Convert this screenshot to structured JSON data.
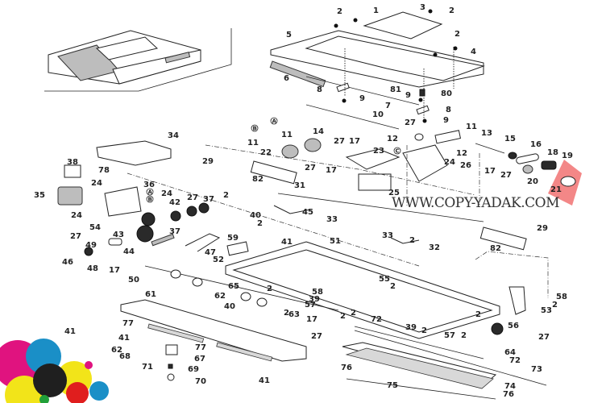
{
  "diagram": {
    "type": "exploded-parts-diagram",
    "subject": "Document feeder / scanner unit",
    "watermark": "WWW.COPY-YADAK.COM",
    "highlight_color": "#f27a7a",
    "logo_colors": [
      "#e0137f",
      "#1a8fc7",
      "#f2e419",
      "#111111",
      "#e01e1e",
      "#22a03a",
      "#1a2a8a"
    ],
    "highlighted_part": "21",
    "reference_markers": [
      "A",
      "B",
      "C"
    ],
    "callouts": {
      "c1": "1",
      "c2a": "2",
      "c2b": "2",
      "c3": "3",
      "c2c": "2",
      "c4": "4",
      "c5": "5",
      "c6": "6",
      "c7": "7",
      "c8a": "8",
      "c9a": "9",
      "c81": "81",
      "c9b": "9",
      "c80": "80",
      "c8b": "8",
      "c9c": "9",
      "c10": "10",
      "c27a": "27",
      "c12a": "12",
      "c11a": "11",
      "c13": "13",
      "c15": "15",
      "c14": "14",
      "c11b": "11",
      "c11c": "11",
      "c22": "22",
      "c27b": "27",
      "c17a": "17",
      "c27c": "27",
      "c17b": "17",
      "c23": "23",
      "c24a": "24",
      "c26": "26",
      "c12b": "12",
      "c16": "16",
      "c18": "18",
      "c19": "19",
      "c17c": "17",
      "c27d": "27",
      "c20": "20",
      "c21": "21",
      "c25": "25",
      "c34": "34",
      "c29a": "29",
      "c38": "38",
      "c78": "78",
      "c82a": "82",
      "c31": "31",
      "c36": "36",
      "c35": "35",
      "c24b": "24",
      "c24c": "24",
      "c42": "42",
      "c27e": "27",
      "c37a": "37",
      "c2d": "2",
      "c24d": "24",
      "c37b": "37",
      "c40a": "40",
      "c2e": "2",
      "c43": "43",
      "c54": "54",
      "c59": "59",
      "c27f": "27",
      "c49": "49",
      "c44": "44",
      "c47": "47",
      "c46": "46",
      "c48": "48",
      "c17d": "17",
      "c52": "52",
      "c50": "50",
      "c45": "45",
      "c33a": "33",
      "c41a": "41",
      "c51": "51",
      "c33b": "33",
      "c2f": "2",
      "c32": "32",
      "c29b": "29",
      "c82b": "82",
      "c65": "65",
      "c2g": "2",
      "c55": "55",
      "c2h": "2",
      "c58a": "58",
      "c39a": "39",
      "c57a": "57",
      "c2i": "2",
      "c2j": "2",
      "c2k": "2",
      "c63": "63",
      "c61": "61",
      "c62a": "62",
      "c40b": "40",
      "c41b": "41",
      "c77a": "77",
      "c41c": "41",
      "c77b": "77",
      "c62b": "62",
      "c68": "68",
      "c67": "67",
      "c71": "71",
      "c69": "69",
      "c70": "70",
      "c41d": "41",
      "c17e": "17",
      "c27g": "27",
      "c72a": "72",
      "c39b": "39",
      "c2l": "2",
      "c57b": "57",
      "c2m": "2",
      "c56": "56",
      "c27h": "27",
      "c53": "53",
      "c58b": "58",
      "c2n": "2",
      "c2o": "2",
      "c64": "64",
      "c72b": "72",
      "c73": "73",
      "c76a": "76",
      "c75": "75",
      "c74": "74",
      "c76b": "76"
    }
  }
}
